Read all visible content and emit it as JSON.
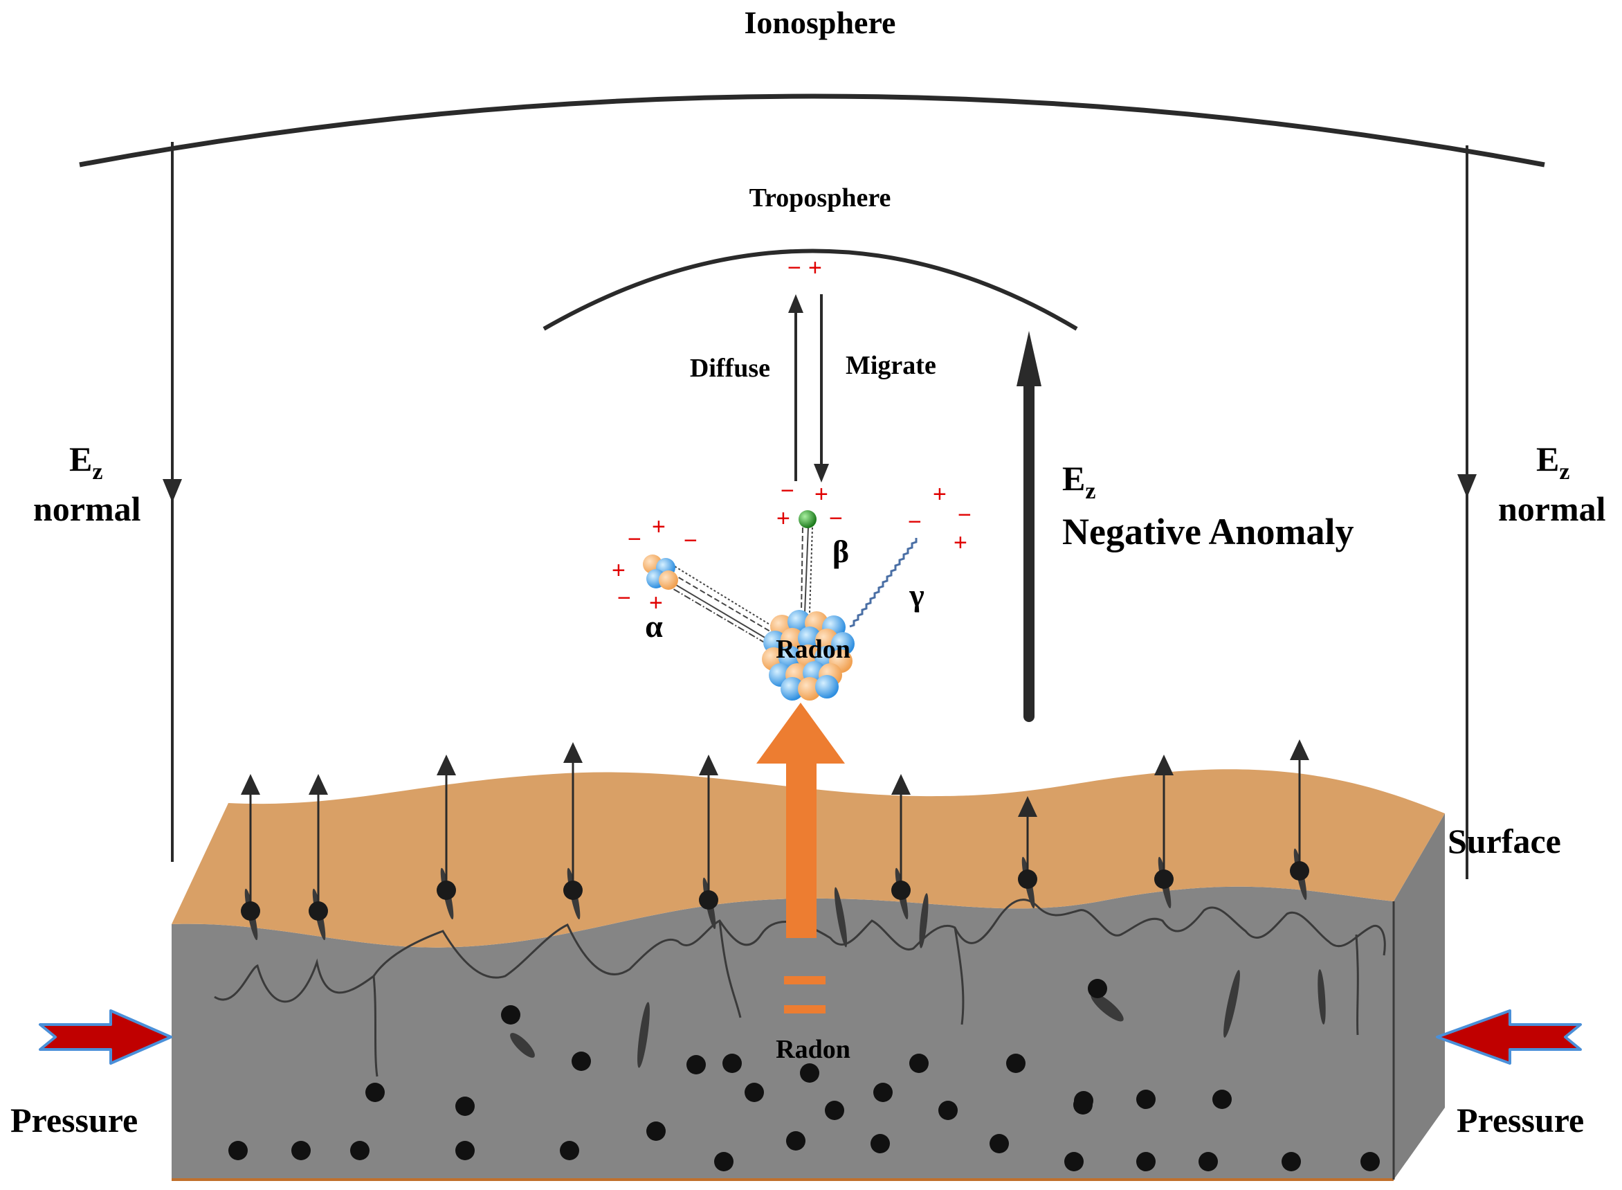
{
  "labels": {
    "ionosphere": "Ionosphere",
    "troposphere": "Troposphere",
    "diffuse": "Diffuse",
    "migrate": "Migrate",
    "ez_symbol": "E",
    "ez_subscript": "z",
    "normal": "normal",
    "negative_anomaly": "Negative Anomaly",
    "radon_atom": "Radon",
    "radon_ground": "Radon",
    "surface": "Surface",
    "pressure_left": "Pressure",
    "pressure_right": "Pressure",
    "alpha": "α",
    "beta": "β",
    "gamma": "γ"
  },
  "signs": {
    "plus": "+",
    "minus": "−"
  },
  "colors": {
    "soil_top": "#d9a066",
    "rock": "#858585",
    "rock_side": "#808080",
    "radon_arrow": "#ed7d31",
    "pressure_arrow": "#c00000",
    "pressure_outline": "#4a90d9",
    "charge_sign": "#e00000",
    "line": "#2a2a2a"
  }
}
